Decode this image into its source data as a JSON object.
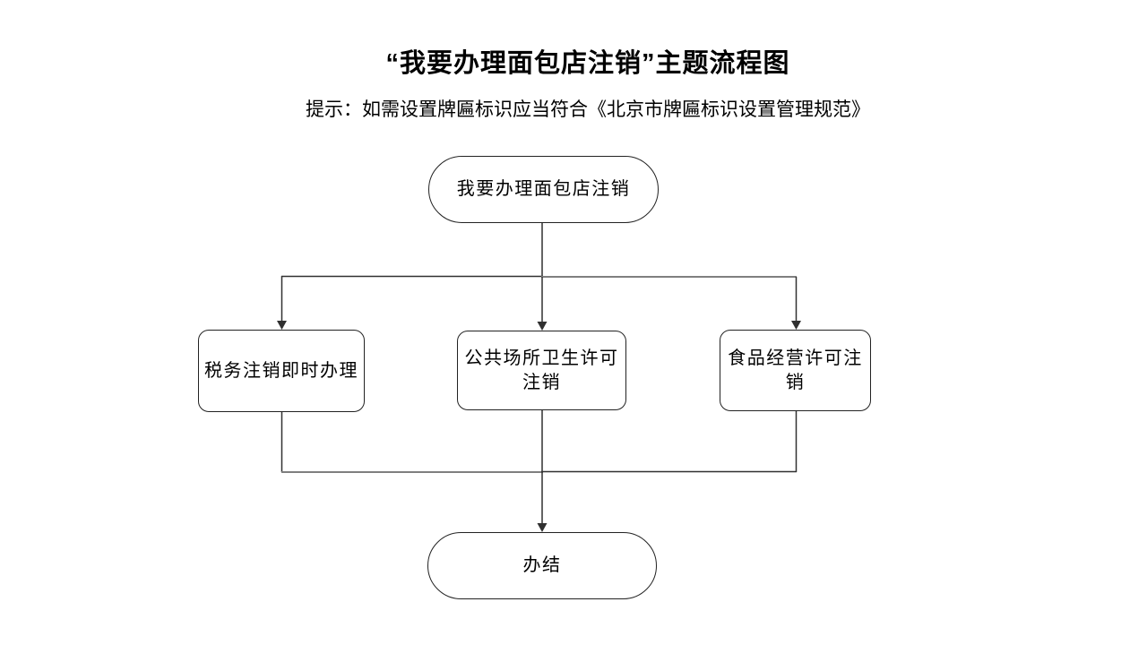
{
  "title": "“我要办理面包店注销”主题流程图",
  "subtitle": "提示：如需设置牌匾标识应当符合《北京市牌匾标识设置管理规范》",
  "flowchart": {
    "type": "flowchart",
    "direction": "top-down",
    "nodes": {
      "start": {
        "label": "我要办理面包店注销",
        "shape": "terminator"
      },
      "tax": {
        "label": "税务注销即时办理",
        "shape": "process"
      },
      "hygiene": {
        "label": "公共场所卫生许可注销",
        "shape": "process"
      },
      "food": {
        "label": "食品经营许可注销",
        "shape": "process"
      },
      "end": {
        "label": "办结",
        "shape": "terminator"
      }
    },
    "edges": [
      {
        "from": "start",
        "to": "tax"
      },
      {
        "from": "start",
        "to": "hygiene"
      },
      {
        "from": "start",
        "to": "food"
      },
      {
        "from": "tax",
        "to": "end"
      },
      {
        "from": "hygiene",
        "to": "end"
      },
      {
        "from": "food",
        "to": "end"
      }
    ],
    "colors": {
      "background": "#ffffff",
      "text": "#000000",
      "node_border": "#222222",
      "edge_primary": "#303030",
      "edge_secondary": "#7f7f7f"
    }
  }
}
